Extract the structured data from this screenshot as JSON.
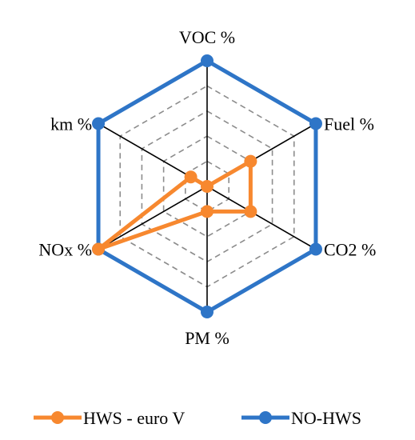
{
  "chart_data": {
    "type": "radar",
    "axes": [
      "VOC %",
      "Fuel %",
      "CO2 %",
      "PM %",
      "NOx %",
      "km %"
    ],
    "rlim": [
      0,
      100
    ],
    "grid_levels": [
      20,
      40,
      60,
      80,
      100
    ],
    "series": [
      {
        "name": "HWS - euro V",
        "color": "#F7882F",
        "values": [
          0,
          40,
          40,
          20,
          100,
          15
        ]
      },
      {
        "name": "NO-HWS",
        "color": "#2E75C7",
        "values": [
          100,
          100,
          100,
          100,
          100,
          100
        ]
      }
    ],
    "legend": {
      "position": "bottom",
      "items": [
        "HWS - euro V",
        "NO-HWS"
      ]
    },
    "colors": {
      "spoke": "#000000",
      "grid": "#8C8C8C"
    }
  }
}
